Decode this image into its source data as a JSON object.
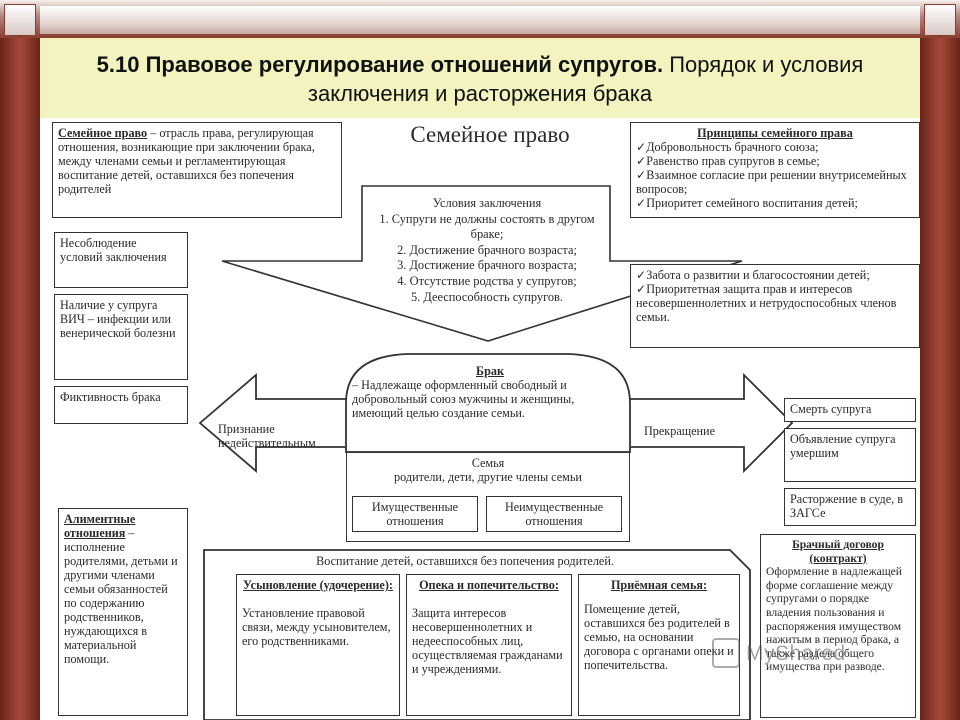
{
  "title": {
    "bold": "5.10 Правовое регулирование отношений супругов.",
    "rest": " Порядок и условия заключения и расторжения брака"
  },
  "main_heading": "Семейное право",
  "family_law_def": {
    "term": "Семейное право",
    "text": " – отрасль права, регулирующая отношения, возникающие при заключении брака, между членами семьи и регламентирующая воспитание детей, оставшихся без попечения родителей"
  },
  "conditions": {
    "heading": "Условия заключения",
    "items": [
      "1. Супруги не должны состоять в другом браке;",
      "2. Достижение брачного возраста;",
      "3. Достижение брачного возраста;",
      "4. Отсутствие родства у супругов;",
      "5. Дееспособность супругов."
    ]
  },
  "principles": {
    "heading": "Принципы семейного права",
    "items": [
      "Добровольность брачного союза;",
      "Равенство прав супругов в семье;",
      "Взаимное согласие при решении внутрисемейных вопросов;",
      "Приоритет семейного воспитания детей;"
    ]
  },
  "principles2": {
    "items": [
      "Забота о развитии и благосостоянии детей;",
      "Приоритетная защита прав и интересов несовершеннолетних и нетрудоспособных членов семьи."
    ]
  },
  "invalid_grounds": [
    "Несоблюдение условий заключения",
    "Наличие у супруга ВИЧ – инфекции или венерической болезни",
    "Фиктивность брака"
  ],
  "invalid_arrow": "Признание недействительным",
  "marriage": {
    "term": "Брак",
    "text": " – Надлежаще оформленный свободный и добровольный союз мужчины и женщины, имеющий целью создание семьи."
  },
  "family": {
    "heading": "Семья",
    "text": "родители, дети, другие члены семьи",
    "property": "Имущественные отношения",
    "nonproperty": "Неимущественные отношения"
  },
  "termination_arrow": "Прекращение",
  "termination_grounds": [
    "Смерть супруга",
    "Объявление супруга умершим",
    "Расторжение в суде, в ЗАГСе"
  ],
  "alimony": {
    "term": "Алиментные отношения",
    "text": " – исполнение родителями, детьми и другими членами семьи обязанностей по содержанию родственников, нуждающихся в материальной помощи."
  },
  "upbringing": {
    "heading": "Воспитание детей, оставшихся без попечения родителей.",
    "adoption": {
      "term": "Усыновление (удочерение):",
      "text": "Установление правовой связи, между усыновителем, его родственниками."
    },
    "guardianship": {
      "term": "Опека и попечительство:",
      "text": "Защита интересов несовершеннолетних и недееспособных лиц, осуществляемая гражданами и учреждениями."
    },
    "foster": {
      "term": "Приёмная семья:",
      "text": "Помещение детей, оставшихся без родителей в семью, на основании договора с органами опеки и попечительства."
    }
  },
  "contract": {
    "term": "Брачный договор (контракт)",
    "text": "Оформление в надлежащей форме соглашение между супругами о порядке владения пользования и распоряжения имуществом нажитым в период брака, а также раздела общего имущества при разводе."
  },
  "watermark": "MyShared"
}
